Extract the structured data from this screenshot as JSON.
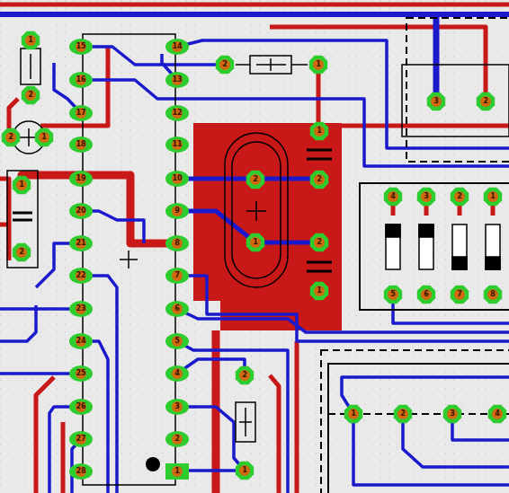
{
  "diagram": {
    "labels": [
      "15",
      "16",
      "17",
      "18",
      "19",
      "20",
      "21",
      "22",
      "23",
      "24",
      "25",
      "26",
      "27",
      "28",
      "14",
      "13",
      "12",
      "11",
      "10",
      "9",
      "8",
      "7",
      "6",
      "5",
      "4",
      "3",
      "2",
      "1",
      "1",
      "2",
      "2",
      "1",
      "1",
      "2",
      "2",
      "1",
      "1",
      "2",
      "2",
      "1",
      "2",
      "1",
      "3",
      "2",
      "4",
      "3",
      "2",
      "1",
      "5",
      "6",
      "7",
      "8",
      "2",
      "1",
      "1",
      "2",
      "3",
      "4"
    ]
  }
}
